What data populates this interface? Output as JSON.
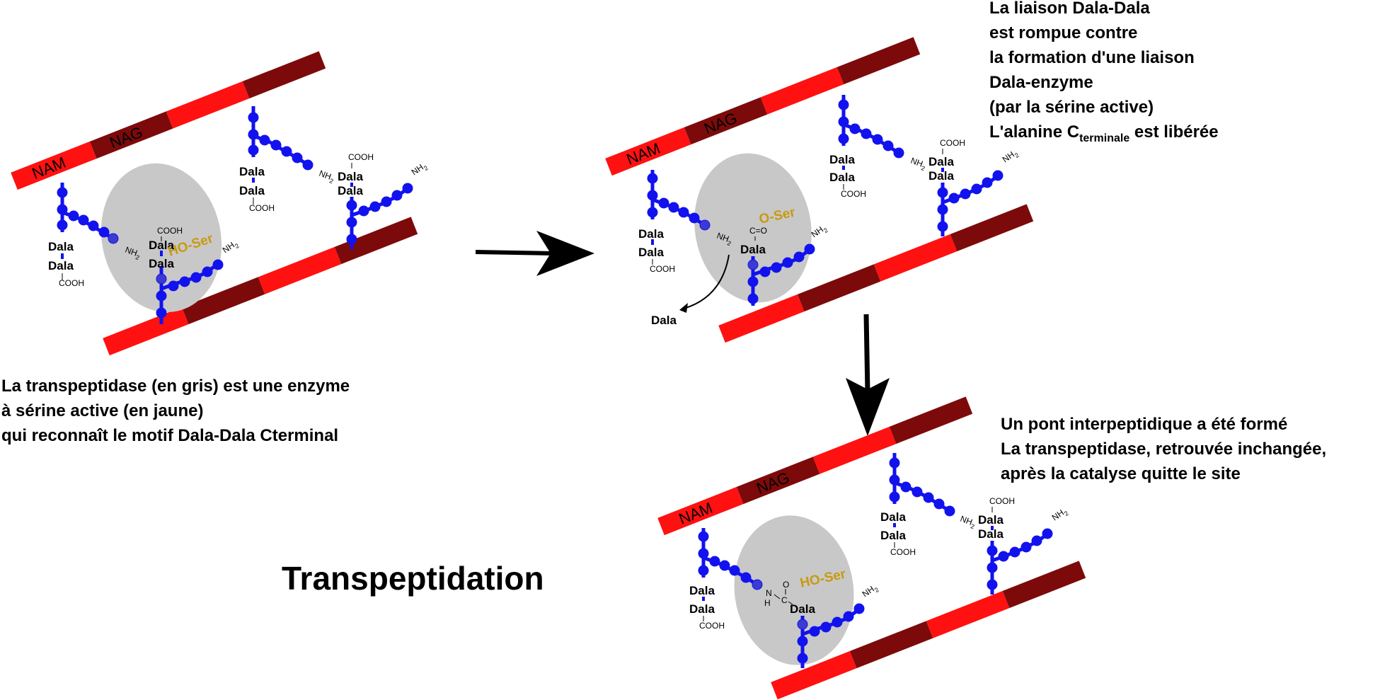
{
  "diagram": {
    "title": "Transpeptidation",
    "strand_labels": {
      "nam": "NAM",
      "nag": "NAG"
    },
    "labels": {
      "dala": "Dala",
      "cooh": "COOH",
      "nh2": "NH",
      "nh2_sub": "2",
      "ho_ser": "HO-Ser",
      "o_ser": "O-Ser",
      "c_eq_o": "C=O",
      "amide_n": "N",
      "amide_h": "H",
      "amide_c": "C",
      "amide_o": "O"
    },
    "panel1_caption": [
      "La transpeptidase (en gris) est une enzyme",
      "à sérine active (en jaune)",
      "qui reconnaît le motif Dala-Dala Cterminal"
    ],
    "panel2_caption": {
      "lines": [
        "La liaison Dala-Dala",
        "est rompue contre",
        "la formation d'une liaison",
        "Dala-enzyme",
        "(par la  sérine active)"
      ],
      "last_prefix": "L'alanine C",
      "last_sub": "terminale",
      "last_suffix": " est libérée"
    },
    "panel3_caption": [
      "Un pont interpeptidique a été formé",
      "La transpeptidase, retrouvée inchangée,",
      "après la catalyse quitte le site"
    ],
    "colors": {
      "red": "#ff1111",
      "dark_red": "#7d0a0a",
      "blue": "#1212ee",
      "enzyme_gray": "#c8c8c8",
      "serine_gold": "#c89a10"
    }
  }
}
